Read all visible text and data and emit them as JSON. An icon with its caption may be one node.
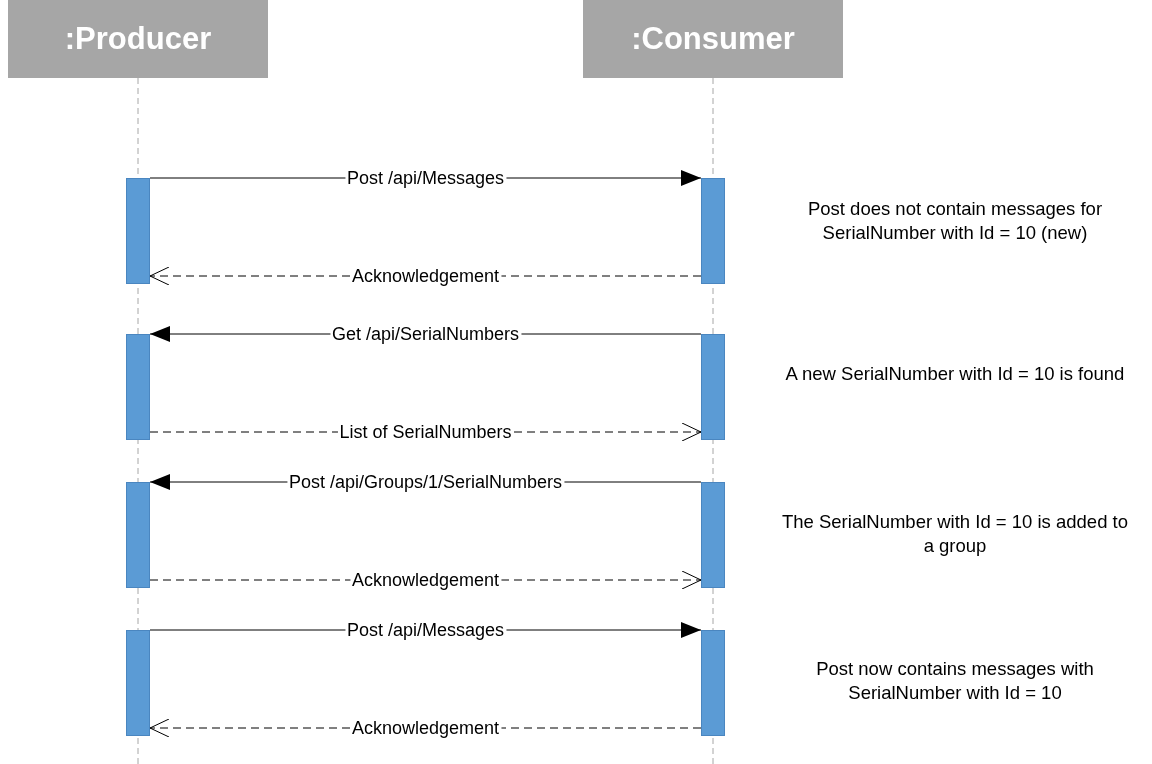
{
  "diagram": {
    "nodes": [
      {
        "text": [
          ":Producer"
        ]
      },
      {
        "text": [
          ":Consumer"
        ]
      },
      {
        "text": [],
        "shape": "bar"
      },
      {
        "text": [],
        "shape": "bar"
      },
      {
        "text": [],
        "shape": "bar"
      },
      {
        "text": [],
        "shape": "bar"
      },
      {
        "text": [],
        "shape": "bar"
      },
      {
        "text": [],
        "shape": "bar"
      },
      {
        "text": [],
        "shape": "bar"
      },
      {
        "text": [],
        "shape": "bar"
      }
    ],
    "edges": [
      {
        "from": 2,
        "to": 3,
        "arrow": "to",
        "label": "Post /api/Messages"
      },
      {
        "from": 3,
        "to": 2,
        "arrow": "to",
        "label": "Acknowledgement",
        "style": "dashed"
      },
      {
        "from": 5,
        "to": 4,
        "arrow": "to",
        "label": "Get /api/SerialNumbers"
      },
      {
        "from": 4,
        "to": 5,
        "arrow": "to",
        "label": "List of SerialNumbers",
        "style": "dashed"
      },
      {
        "from": 7,
        "to": 6,
        "arrow": "to",
        "label": "Post /api/Groups/1/SerialNumbers"
      },
      {
        "from": 6,
        "to": 7,
        "arrow": "to",
        "label": "Acknowledgement",
        "style": "dashed"
      },
      {
        "from": 8,
        "to": 9,
        "arrow": "to",
        "label": "Post /api/Messages"
      },
      {
        "from": 9,
        "to": 8,
        "arrow": "to",
        "label": "Acknowledgement",
        "style": "dashed"
      }
    ],
    "labels": [
      "Post does not contain messages for SerialNumber with Id = 10 (new)",
      "A new SerialNumber with Id = 10 is found",
      "The SerialNumber with Id = 10 is added to a group",
      "Post now contains messages with SerialNumber with Id = 10"
    ]
  }
}
